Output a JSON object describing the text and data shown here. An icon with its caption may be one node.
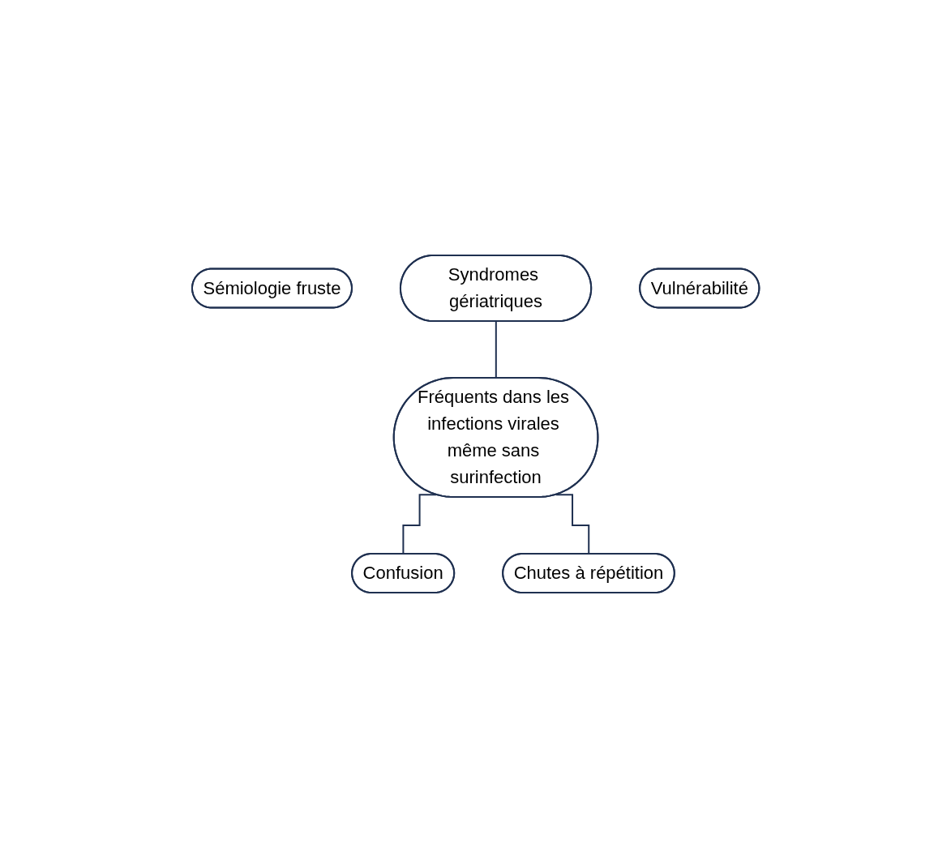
{
  "diagram": {
    "nodes": [
      {
        "text": [
          "Sémiologie fruste"
        ]
      },
      {
        "text": [
          "Syndromes gériatriques"
        ]
      },
      {
        "text": [
          "Vulnérabilité"
        ]
      },
      {
        "text": [
          "Fréquents dans les infections virales même sans surinfection"
        ]
      },
      {
        "text": [
          "Confusion"
        ]
      },
      {
        "text": [
          "Chutes à répétition"
        ]
      }
    ],
    "edges": [
      {
        "from": 1,
        "to": 3,
        "arrow": "none"
      },
      {
        "from": 3,
        "to": 4,
        "arrow": "none"
      },
      {
        "from": 3,
        "to": 5,
        "arrow": "none"
      }
    ]
  }
}
